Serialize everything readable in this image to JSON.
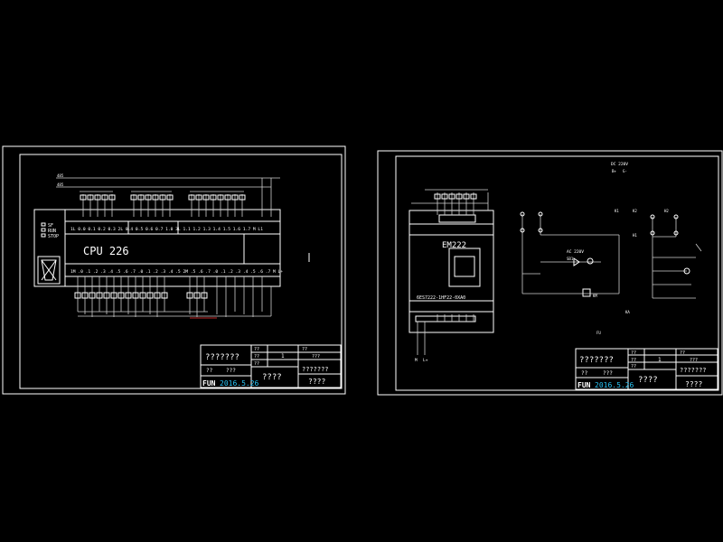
{
  "colors": {
    "background": "#000000",
    "line": "#ffffff",
    "date": "#29c5f6",
    "accent_red": "#ff3333"
  },
  "sheet1": {
    "cpu_label": "CPU 226",
    "status_leds": [
      "SF",
      "RUN",
      "STOP"
    ],
    "top_terminals": "1L 0.0 0.1 0.2 0.3 2L 0.4 0.5 0.6 0.7 1.0 3L 1.1 1.2 1.3 1.4 1.5 1.6 1.7 M L1",
    "bottom_terminals": "1M .0 .1 .2 .3 .4 .5 .6 .7 .0 .1 .2 .3 .4 .5 2M .5 .6 .7 .0 .1 .2 .3 .4 .5 .6 .7 M L+",
    "wire_labels": [
      "485",
      "485"
    ],
    "title_block": {
      "name": "???????",
      "cells": [
        "??",
        "??",
        "1",
        "??",
        "??",
        "???",
        "??",
        "???",
        "???????",
        "????",
        "????"
      ],
      "logo": "FUN",
      "date": "2016.5.26"
    }
  },
  "sheet2": {
    "module_label": "EM222",
    "part_number": "6ES7222-1HF22-0XA0",
    "top_label": "DC 220V",
    "ac_label": "AC 220V",
    "labels": [
      "M",
      "L+",
      "SB1",
      "KM",
      "K1",
      "K2",
      "H1",
      "H2",
      "KA",
      "FU"
    ],
    "title_block": {
      "name": "???????",
      "cells": [
        "??",
        "??",
        "1",
        "??",
        "??",
        "???",
        "??",
        "???",
        "???????",
        "????",
        "????"
      ],
      "logo": "FUN",
      "date": "2016.5.26"
    }
  }
}
